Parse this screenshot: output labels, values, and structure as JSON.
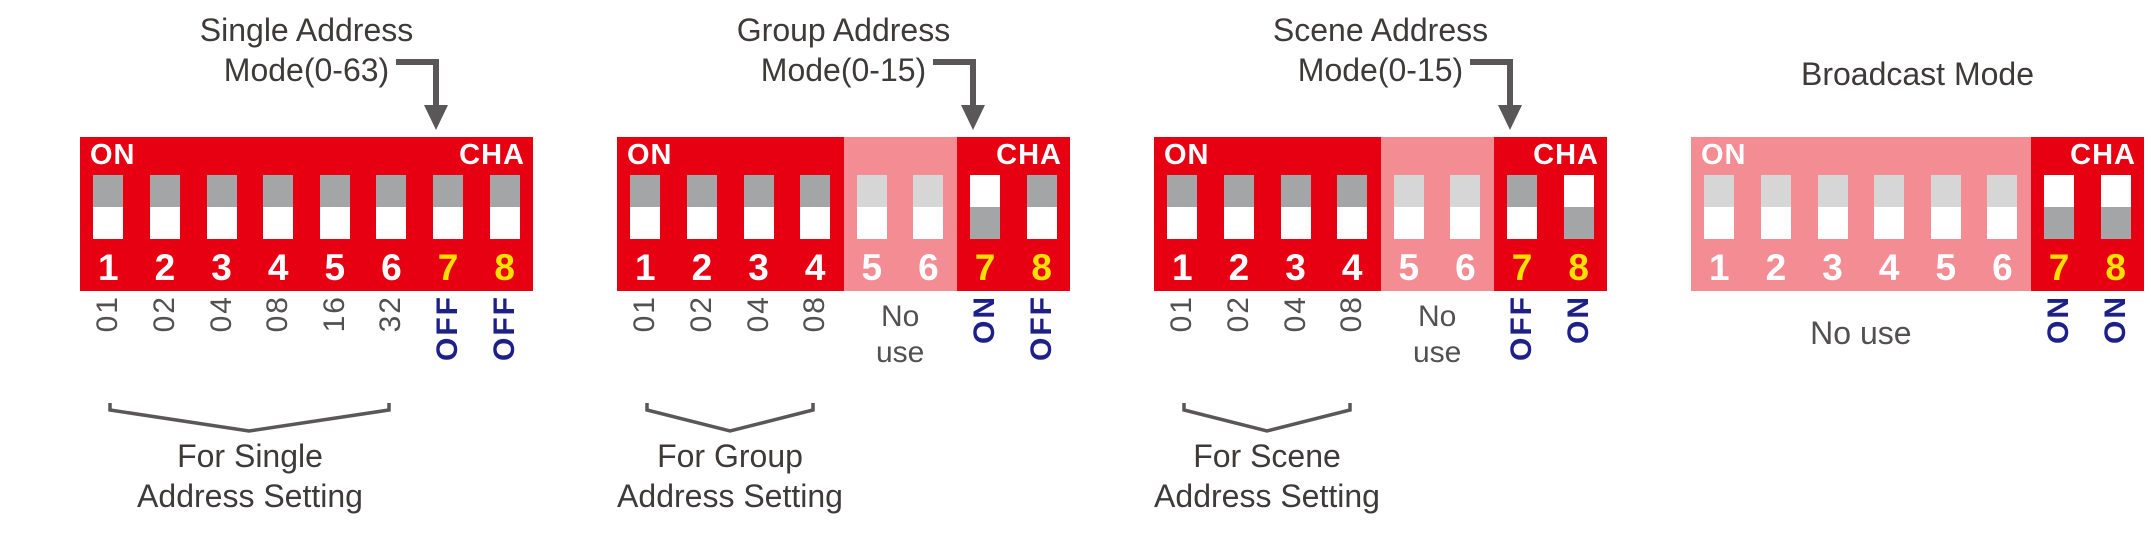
{
  "panels": [
    {
      "title_line1": "Single Address",
      "title_line2": "Mode(0-63)",
      "on_label": "ON",
      "cha_label": "CHA",
      "switches": [
        {
          "num": "1",
          "state": "off",
          "label": "01"
        },
        {
          "num": "2",
          "state": "off",
          "label": "02"
        },
        {
          "num": "3",
          "state": "off",
          "label": "04"
        },
        {
          "num": "4",
          "state": "off",
          "label": "08"
        },
        {
          "num": "5",
          "state": "off",
          "label": "16"
        },
        {
          "num": "6",
          "state": "off",
          "label": "32"
        },
        {
          "num": "7",
          "state": "off",
          "label": "OFF"
        },
        {
          "num": "8",
          "state": "off",
          "label": "OFF"
        }
      ],
      "caption_line1": "For Single",
      "caption_line2": "Address Setting"
    },
    {
      "title_line1": "Group Address",
      "title_line2": "Mode(0-15)",
      "on_label": "ON",
      "cha_label": "CHA",
      "switches": [
        {
          "num": "1",
          "state": "off",
          "label": "01"
        },
        {
          "num": "2",
          "state": "off",
          "label": "02"
        },
        {
          "num": "3",
          "state": "off",
          "label": "04"
        },
        {
          "num": "4",
          "state": "off",
          "label": "08"
        },
        {
          "num": "5",
          "state": "off",
          "label": ""
        },
        {
          "num": "6",
          "state": "off",
          "label": ""
        },
        {
          "num": "7",
          "state": "on",
          "label": "ON"
        },
        {
          "num": "8",
          "state": "off",
          "label": "OFF"
        }
      ],
      "no_use_line1": "No",
      "no_use_line2": "use",
      "caption_line1": "For Group",
      "caption_line2": "Address Setting"
    },
    {
      "title_line1": "Scene Address",
      "title_line2": "Mode(0-15)",
      "on_label": "ON",
      "cha_label": "CHA",
      "switches": [
        {
          "num": "1",
          "state": "off",
          "label": "01"
        },
        {
          "num": "2",
          "state": "off",
          "label": "02"
        },
        {
          "num": "3",
          "state": "off",
          "label": "04"
        },
        {
          "num": "4",
          "state": "off",
          "label": "08"
        },
        {
          "num": "5",
          "state": "off",
          "label": ""
        },
        {
          "num": "6",
          "state": "off",
          "label": ""
        },
        {
          "num": "7",
          "state": "off",
          "label": "OFF"
        },
        {
          "num": "8",
          "state": "on",
          "label": "ON"
        }
      ],
      "no_use_line1": "No",
      "no_use_line2": "use",
      "caption_line1": "For Scene",
      "caption_line2": "Address Setting"
    },
    {
      "title_line1": "Broadcast Mode",
      "on_label": "ON",
      "cha_label": "CHA",
      "switches": [
        {
          "num": "1",
          "state": "off",
          "label": ""
        },
        {
          "num": "2",
          "state": "off",
          "label": ""
        },
        {
          "num": "3",
          "state": "off",
          "label": ""
        },
        {
          "num": "4",
          "state": "off",
          "label": ""
        },
        {
          "num": "5",
          "state": "off",
          "label": ""
        },
        {
          "num": "6",
          "state": "off",
          "label": ""
        },
        {
          "num": "7",
          "state": "on",
          "label": "ON"
        },
        {
          "num": "8",
          "state": "on",
          "label": "ON"
        }
      ],
      "no_use": "No use"
    }
  ],
  "colors": {
    "panel_red": "#e60012",
    "number_yellow": "#ffe100",
    "label_blue": "#1d2088",
    "text_gray": "#595757"
  }
}
